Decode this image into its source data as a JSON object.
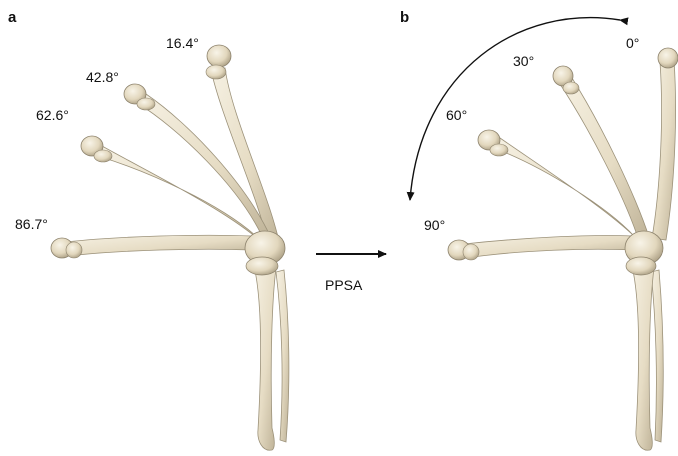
{
  "panel_a": {
    "letter": "a",
    "angle_labels": [
      "16.4°",
      "42.8°",
      "62.6°",
      "86.7°"
    ]
  },
  "panel_b": {
    "letter": "b",
    "angle_labels": [
      "0°",
      "30°",
      "60°",
      "90°"
    ]
  },
  "transition": {
    "label": "PPSA"
  },
  "colors": {
    "bone": "#ebe3cf",
    "bone_shadow": "#b9ae94",
    "bone_outline": "#8c826c",
    "ink": "#111111"
  }
}
